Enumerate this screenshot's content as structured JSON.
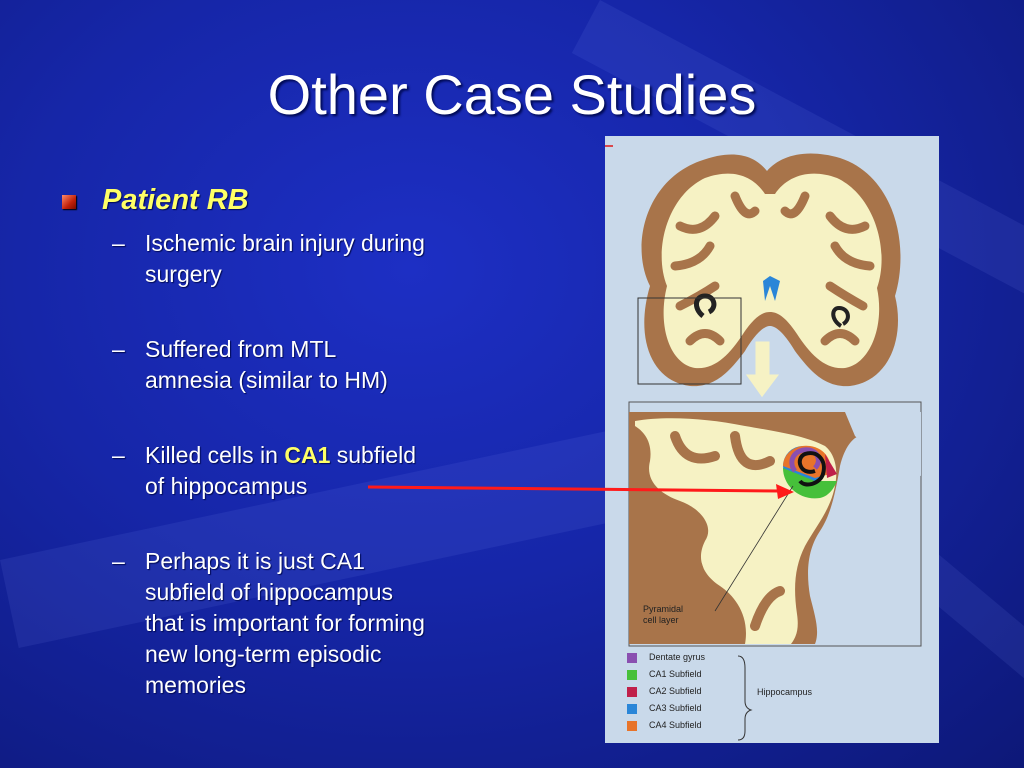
{
  "slide": {
    "title": "Other Case Studies",
    "heading": "Patient RB",
    "points": [
      {
        "dash": "–",
        "line1": "Ischemic brain injury during",
        "line2": "surgery"
      },
      {
        "dash": "–",
        "line1": "Suffered from MTL",
        "line2": "amnesia  (similar to HM)"
      },
      {
        "dash": "–",
        "pre": "Killed cells in ",
        "highlight": "CA1",
        "post": " subfield",
        "line2": "of hippocampus"
      },
      {
        "dash": "–",
        "line1": "Perhaps it is just CA1",
        "line2": "subfield of hippocampus",
        "line3": "that is important for forming",
        "line4": "new long-term episodic",
        "line5": "memories"
      }
    ]
  },
  "figure": {
    "pyramidal_label_1": "Pyramidal",
    "pyramidal_label_2": "cell layer",
    "hippocampus_label": "Hippocampus",
    "legend": [
      {
        "label": "Dentate gyrus",
        "color": "#8a4fb0"
      },
      {
        "label": "CA1 Subfield",
        "color": "#46c03a"
      },
      {
        "label": "CA2 Subfield",
        "color": "#c0204a"
      },
      {
        "label": "CA3 Subfield",
        "color": "#2a86d8"
      },
      {
        "label": "CA4 Subfield",
        "color": "#e8742a"
      }
    ]
  },
  "colors": {
    "accent": "#ffff66",
    "arrow": "#ff1a1a",
    "tissue": "#a8744a",
    "white_matter": "#f6f2c4"
  }
}
